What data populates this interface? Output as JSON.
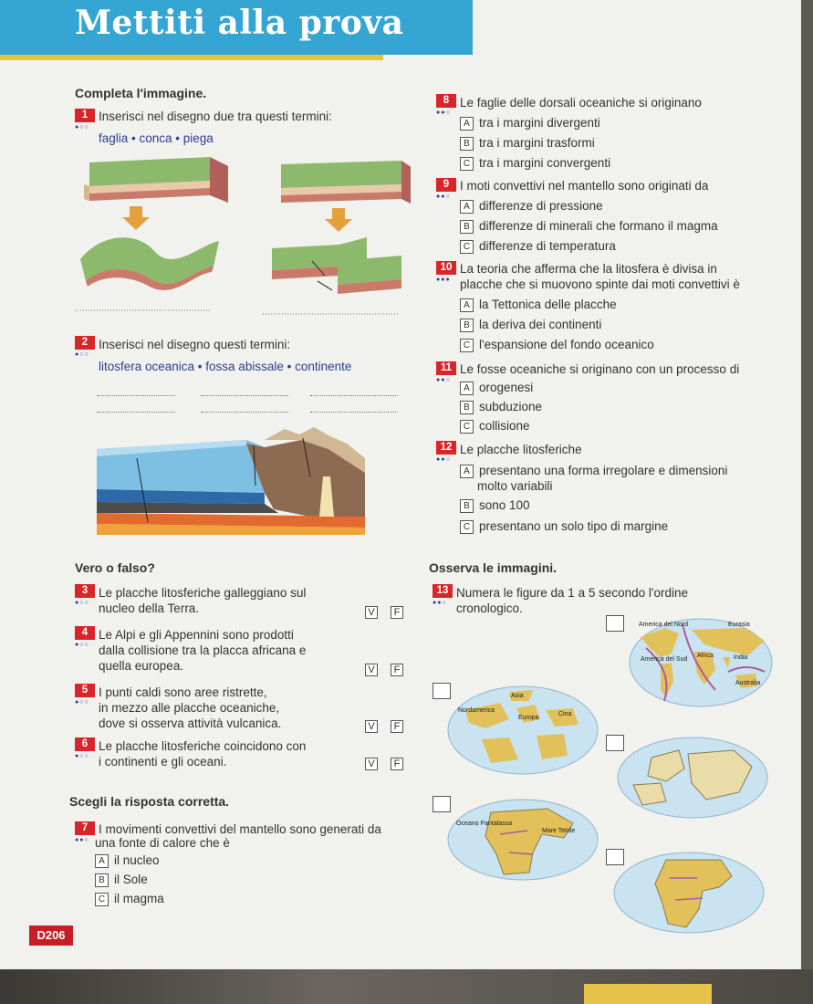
{
  "header": {
    "title": "Mettiti alla prova"
  },
  "section1": {
    "heading": "Completa l'immagine.",
    "q1": {
      "num": "1",
      "text": "Inserisci nel disegno due tra questi termini:",
      "terms": "faglia • conca • piega"
    },
    "q2": {
      "num": "2",
      "text": "Inserisci nel disegno questi termini:",
      "terms": "litosfera oceanica • fossa abissale • continente"
    }
  },
  "right_questions": [
    {
      "num": "8",
      "text": "Le faglie delle dorsali oceaniche si originano",
      "options": [
        {
          "letter": "A",
          "text": "tra i margini divergenti"
        },
        {
          "letter": "B",
          "text": "tra i margini trasformi"
        },
        {
          "letter": "C",
          "text": "tra i margini convergenti"
        }
      ]
    },
    {
      "num": "9",
      "text": "I moti convettivi nel mantello sono originati da",
      "options": [
        {
          "letter": "A",
          "text": "differenze di pressione"
        },
        {
          "letter": "B",
          "text": "differenze di minerali che formano il magma"
        },
        {
          "letter": "C",
          "text": "differenze di temperatura"
        }
      ]
    },
    {
      "num": "10",
      "text": "La teoria che afferma che la litosfera è divisa in",
      "text2": "placche che si muovono spinte dai moti convettivi è",
      "options": [
        {
          "letter": "A",
          "text": "la Tettonica delle placche"
        },
        {
          "letter": "B",
          "text": "la deriva dei continenti"
        },
        {
          "letter": "C",
          "text": "l'espansione del fondo oceanico"
        }
      ]
    },
    {
      "num": "11",
      "text": "Le fosse oceaniche si originano con un processo di",
      "options": [
        {
          "letter": "A",
          "text": "orogenesi"
        },
        {
          "letter": "B",
          "text": "subduzione"
        },
        {
          "letter": "C",
          "text": "collisione"
        }
      ]
    },
    {
      "num": "12",
      "text": "Le placche litosferiche",
      "options": [
        {
          "letter": "A",
          "text": "presentano una forma irregolare e dimensioni",
          "text2": "molto variabili"
        },
        {
          "letter": "B",
          "text": "sono 100"
        },
        {
          "letter": "C",
          "text": "presentano un solo tipo di margine"
        }
      ]
    }
  ],
  "vero_falso": {
    "heading": "Vero o falso?",
    "v": "V",
    "f": "F",
    "items": [
      {
        "num": "3",
        "lines": [
          "Le placche litosferiche galleggiano sul",
          "nucleo della Terra."
        ]
      },
      {
        "num": "4",
        "lines": [
          "Le Alpi e gli Appennini sono prodotti",
          "dalla collisione tra la placca africana e",
          "quella europea."
        ]
      },
      {
        "num": "5",
        "lines": [
          "I punti caldi sono aree ristrette,",
          "in mezzo alle placche oceaniche,",
          "dove si osserva attività vulcanica."
        ]
      },
      {
        "num": "6",
        "lines": [
          "Le placche litosferiche coincidono con",
          "i continenti e gli oceani."
        ]
      }
    ]
  },
  "scegli": {
    "heading": "Scegli la risposta corretta.",
    "q7": {
      "num": "7",
      "text": "I movimenti convettivi del mantello sono generati da",
      "text2": "una fonte di calore che è",
      "options": [
        {
          "letter": "A",
          "text": "il nucleo"
        },
        {
          "letter": "B",
          "text": "il Sole"
        },
        {
          "letter": "C",
          "text": "il magma"
        }
      ]
    }
  },
  "osserva": {
    "heading": "Osserva le immagini.",
    "q13": {
      "num": "13",
      "text": "Numera le figure da 1 a 5 secondo l'ordine",
      "text2": "cronologico."
    },
    "map_labels": {
      "america_nord": "America del Nord",
      "eurasia": "Eurasia",
      "africa": "Africa",
      "america_sud": "America del Sud",
      "india": "India",
      "australia": "Australia",
      "asia": "Asia",
      "nordamerica": "Nordamerica",
      "cina": "Cina",
      "europa": "Europa",
      "oceano": "Oceano Pantalassa",
      "mare": "Mare Tetide"
    }
  },
  "footer": {
    "page": "D206"
  },
  "colors": {
    "accent_red": "#d8252a",
    "header_blue": "#35a6d4",
    "header_yellow": "#e9c53a"
  }
}
